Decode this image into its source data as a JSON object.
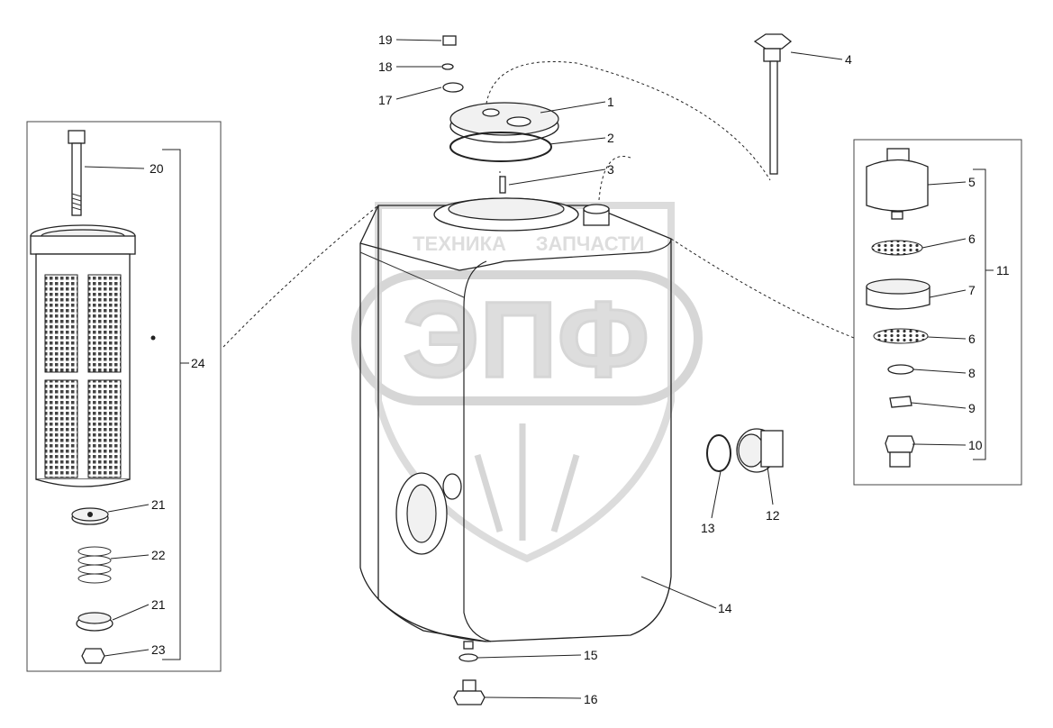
{
  "watermark": {
    "line1": "ТЕХНИКА",
    "line2": "ЗАПЧАСТИ",
    "logo": "ЭПФ"
  },
  "callouts": [
    {
      "id": "c1",
      "label": "1"
    },
    {
      "id": "c2",
      "label": "2"
    },
    {
      "id": "c3",
      "label": "3"
    },
    {
      "id": "c4",
      "label": "4"
    },
    {
      "id": "c5",
      "label": "5"
    },
    {
      "id": "c6a",
      "label": "6"
    },
    {
      "id": "c6b",
      "label": "6"
    },
    {
      "id": "c7",
      "label": "7"
    },
    {
      "id": "c8",
      "label": "8"
    },
    {
      "id": "c9",
      "label": "9"
    },
    {
      "id": "c10",
      "label": "10"
    },
    {
      "id": "c11",
      "label": "11"
    },
    {
      "id": "c12",
      "label": "12"
    },
    {
      "id": "c13",
      "label": "13"
    },
    {
      "id": "c14",
      "label": "14"
    },
    {
      "id": "c15",
      "label": "15"
    },
    {
      "id": "c16",
      "label": "16"
    },
    {
      "id": "c17",
      "label": "17"
    },
    {
      "id": "c18",
      "label": "18"
    },
    {
      "id": "c19",
      "label": "19"
    },
    {
      "id": "c20",
      "label": "20"
    },
    {
      "id": "c21a",
      "label": "21"
    },
    {
      "id": "c21b",
      "label": "21"
    },
    {
      "id": "c22",
      "label": "22"
    },
    {
      "id": "c23",
      "label": "23"
    },
    {
      "id": "c24",
      "label": "24"
    }
  ],
  "colors": {
    "line": "#222222",
    "watermark": "#d8d8d8",
    "background": "#ffffff"
  }
}
